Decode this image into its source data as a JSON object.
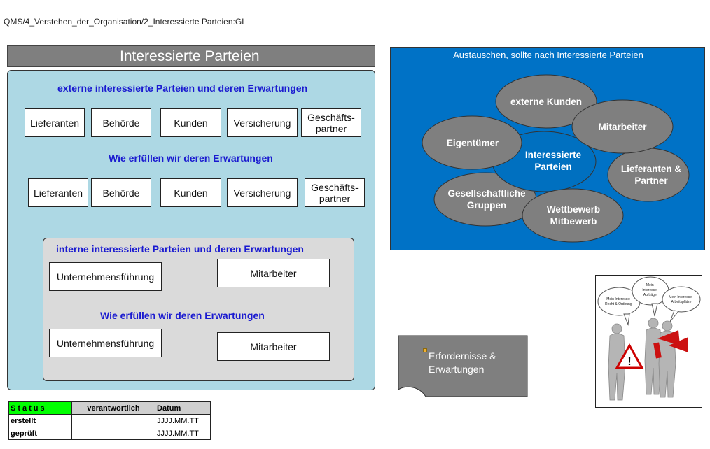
{
  "breadcrumb": "QMS/4_Verstehen_der_Organisation/2_Interessierte Parteien:GL",
  "title": "Interessierte Parteien",
  "external": {
    "heading": "externe interessierte Parteien und deren Erwartungen",
    "boxes": [
      "Lieferanten",
      "Behörde",
      "Kunden",
      "Versicherung",
      "Geschäfts-\npartner"
    ],
    "fulfil_heading": "Wie erfüllen wir deren Erwartungen",
    "fulfil_boxes": [
      "Lieferanten",
      "Behörde",
      "Kunden",
      "Versicherung",
      "Geschäfts-\npartner"
    ]
  },
  "internal": {
    "heading": "interne interessierte Parteien und deren Erwartungen",
    "boxes": [
      "Unternehmensführung",
      "Mitarbeiter"
    ],
    "fulfil_heading": "Wie erfüllen wir deren Erwartungen",
    "fulfil_boxes": [
      "Unternehmensführung",
      "Mitarbeiter"
    ]
  },
  "exchange": {
    "title": "Austauschen, sollte nach Interessierte Parteien",
    "center": "Interessierte\nParteien",
    "ellipses": [
      "externe Kunden",
      "Mitarbeiter",
      "Eigentümer",
      "Lieferanten &\nPartner",
      "Gesellschaftliche\nGruppen",
      "Wettbewerb\nMitbewerb"
    ]
  },
  "requirements": "Erfordernisse &\nErwartungen",
  "illustration": {
    "bubbles": [
      "Mein Interesse:\nRecht & Ordnung",
      "Mein\nInteresse:\nAufträge",
      "Mein Interesse:\nArbeitsplätze"
    ]
  },
  "status_table": {
    "headers": [
      "Status",
      "verantwortlich",
      "Datum"
    ],
    "rows": [
      [
        "erstellt",
        "",
        "JJJJ.MM.TT"
      ],
      [
        "geprüft",
        "",
        "JJJJ.MM.TT"
      ]
    ]
  },
  "colors": {
    "panel_blue": "#add8e4",
    "panel_gray": "#dadada",
    "exchange_bg": "#0072c6",
    "ellipse": "#7f7f7f",
    "center_ellipse": "#0070c0",
    "heading": "#1a1ad0",
    "status_green": "#00ff00"
  }
}
